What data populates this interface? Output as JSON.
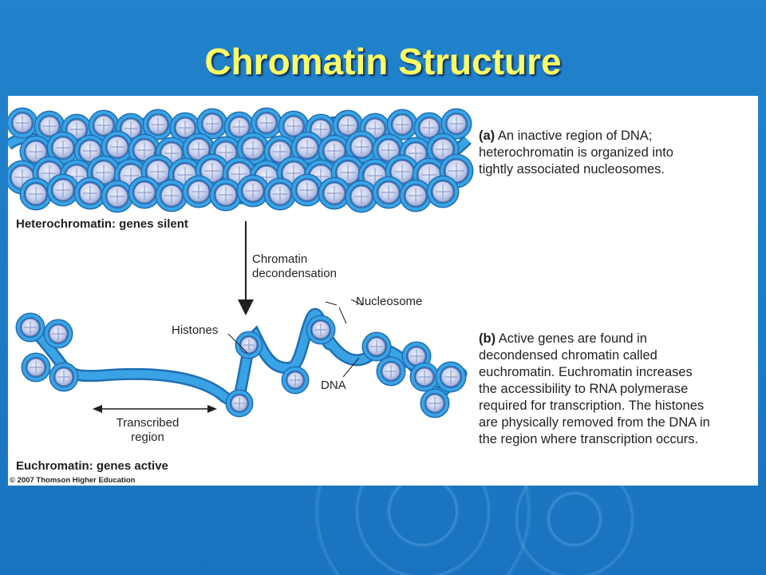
{
  "slide": {
    "title": "Chromatin Structure",
    "colors": {
      "background": "#1f79c4",
      "title": "#ffff66",
      "dna": "#2f9be0",
      "histone": "#c8d2ee"
    }
  },
  "figure": {
    "caption_a": {
      "letter": "(a)",
      "lines": [
        "An inactive region of DNA;",
        "heterochromatin is organized into",
        "tightly associated nucleosomes."
      ]
    },
    "caption_b": {
      "letter": "(b)",
      "lines": [
        "Active genes are found in",
        "decondensed chromatin called",
        "euchromatin. Euchromatin increases",
        "the accessibility to RNA polymerase",
        "required for transcription. The histones",
        "are physically removed from the DNA in",
        "the region where transcription occurs."
      ]
    },
    "heterochromatin_label": "Heterochromatin: genes silent",
    "euchromatin_label": "Euchromatin: genes active",
    "decondensation_label": [
      "Chromatin",
      "decondensation"
    ],
    "nucleosome_label": "Nucleosome",
    "histones_label": "Histones",
    "dna_label": "DNA",
    "transcribed_label": [
      "Transcribed",
      "region"
    ],
    "copyright": "© 2007 Thomson Higher Education"
  }
}
